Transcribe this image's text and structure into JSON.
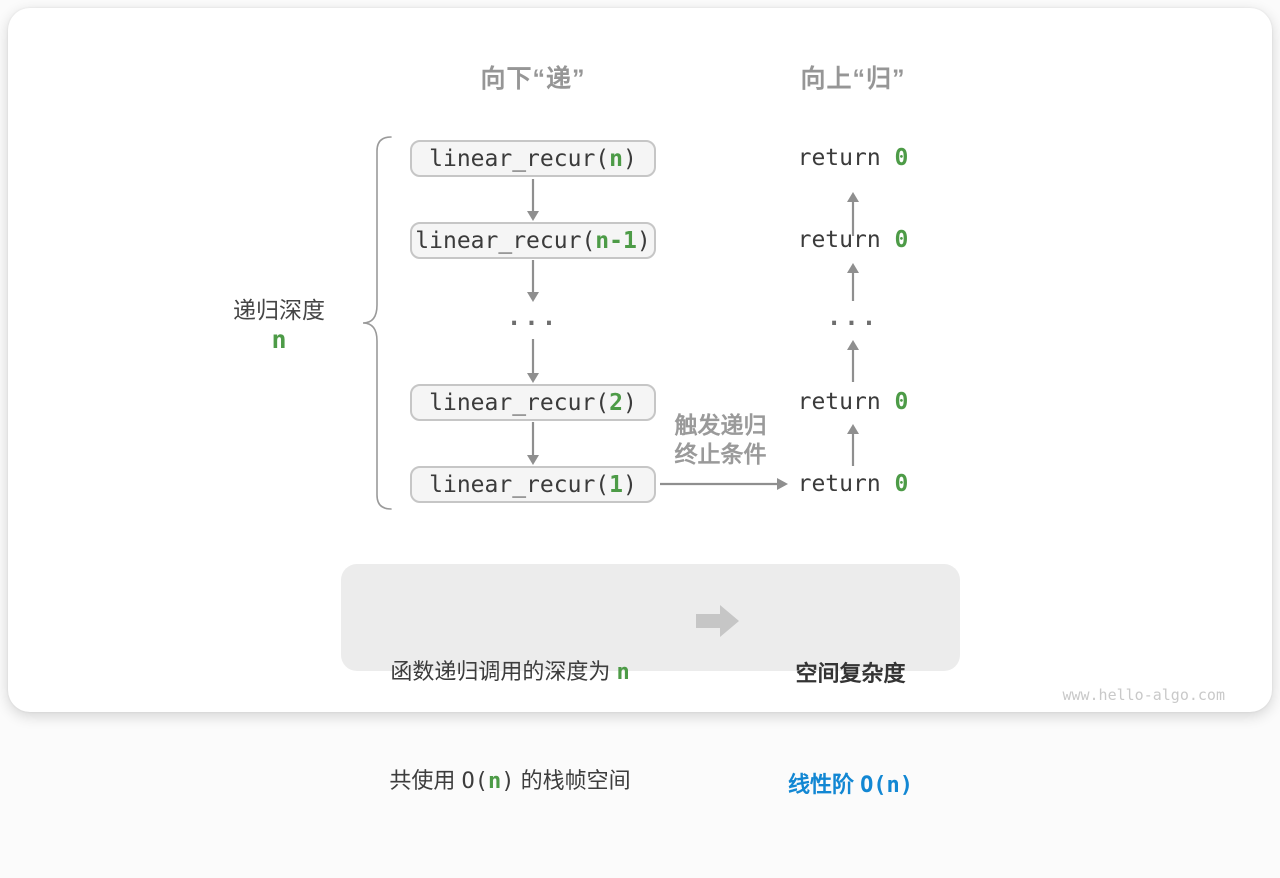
{
  "colors": {
    "green": "#4d9b47",
    "blue": "#1287d3",
    "code_text": "#3b3b3b",
    "heading_gray": "#969696",
    "label_dark": "#454545",
    "note_gray": "#9a9a9a",
    "arrow_gray": "#8f8f8f",
    "box_bg": "#f5f5f5",
    "box_border": "#c6c6c6",
    "summary_bg": "#ececec",
    "big_arrow": "#c6c6c6",
    "watermark_gray": "#c9c9c9"
  },
  "headers": {
    "down": "向下“递”",
    "up": "向上“归”"
  },
  "depth_label": {
    "title": "递归深度",
    "value": "n"
  },
  "call_stack": [
    {
      "pre": "linear_recur(",
      "arg": "n",
      "post": ")"
    },
    {
      "pre": "linear_recur(",
      "arg": "n-1",
      "post": ")"
    },
    {
      "pre": "linear_recur(",
      "arg": "2",
      "post": ")"
    },
    {
      "pre": "linear_recur(",
      "arg": "1",
      "post": ")"
    }
  ],
  "ellipsis": "...",
  "returns": [
    {
      "pre": "return ",
      "val": "0"
    },
    {
      "pre": "return ",
      "val": "0"
    },
    {
      "pre": "return ",
      "val": "0"
    },
    {
      "pre": "return ",
      "val": "0"
    }
  ],
  "trigger_note": {
    "line1": "触发递归",
    "line2": "终止条件"
  },
  "summary": {
    "depth_line": {
      "pre": "函数递归调用的深度为 ",
      "arg": "n"
    },
    "space_line": {
      "pre": "共使用 ",
      "o_open": "O(",
      "arg": "n",
      "o_close": ")",
      "post": " 的栈帧空间"
    },
    "result_title": "空间复杂度",
    "result_value": {
      "pre": "线性阶 ",
      "notation": "O(n)"
    }
  },
  "watermark": "www.hello-algo.com"
}
